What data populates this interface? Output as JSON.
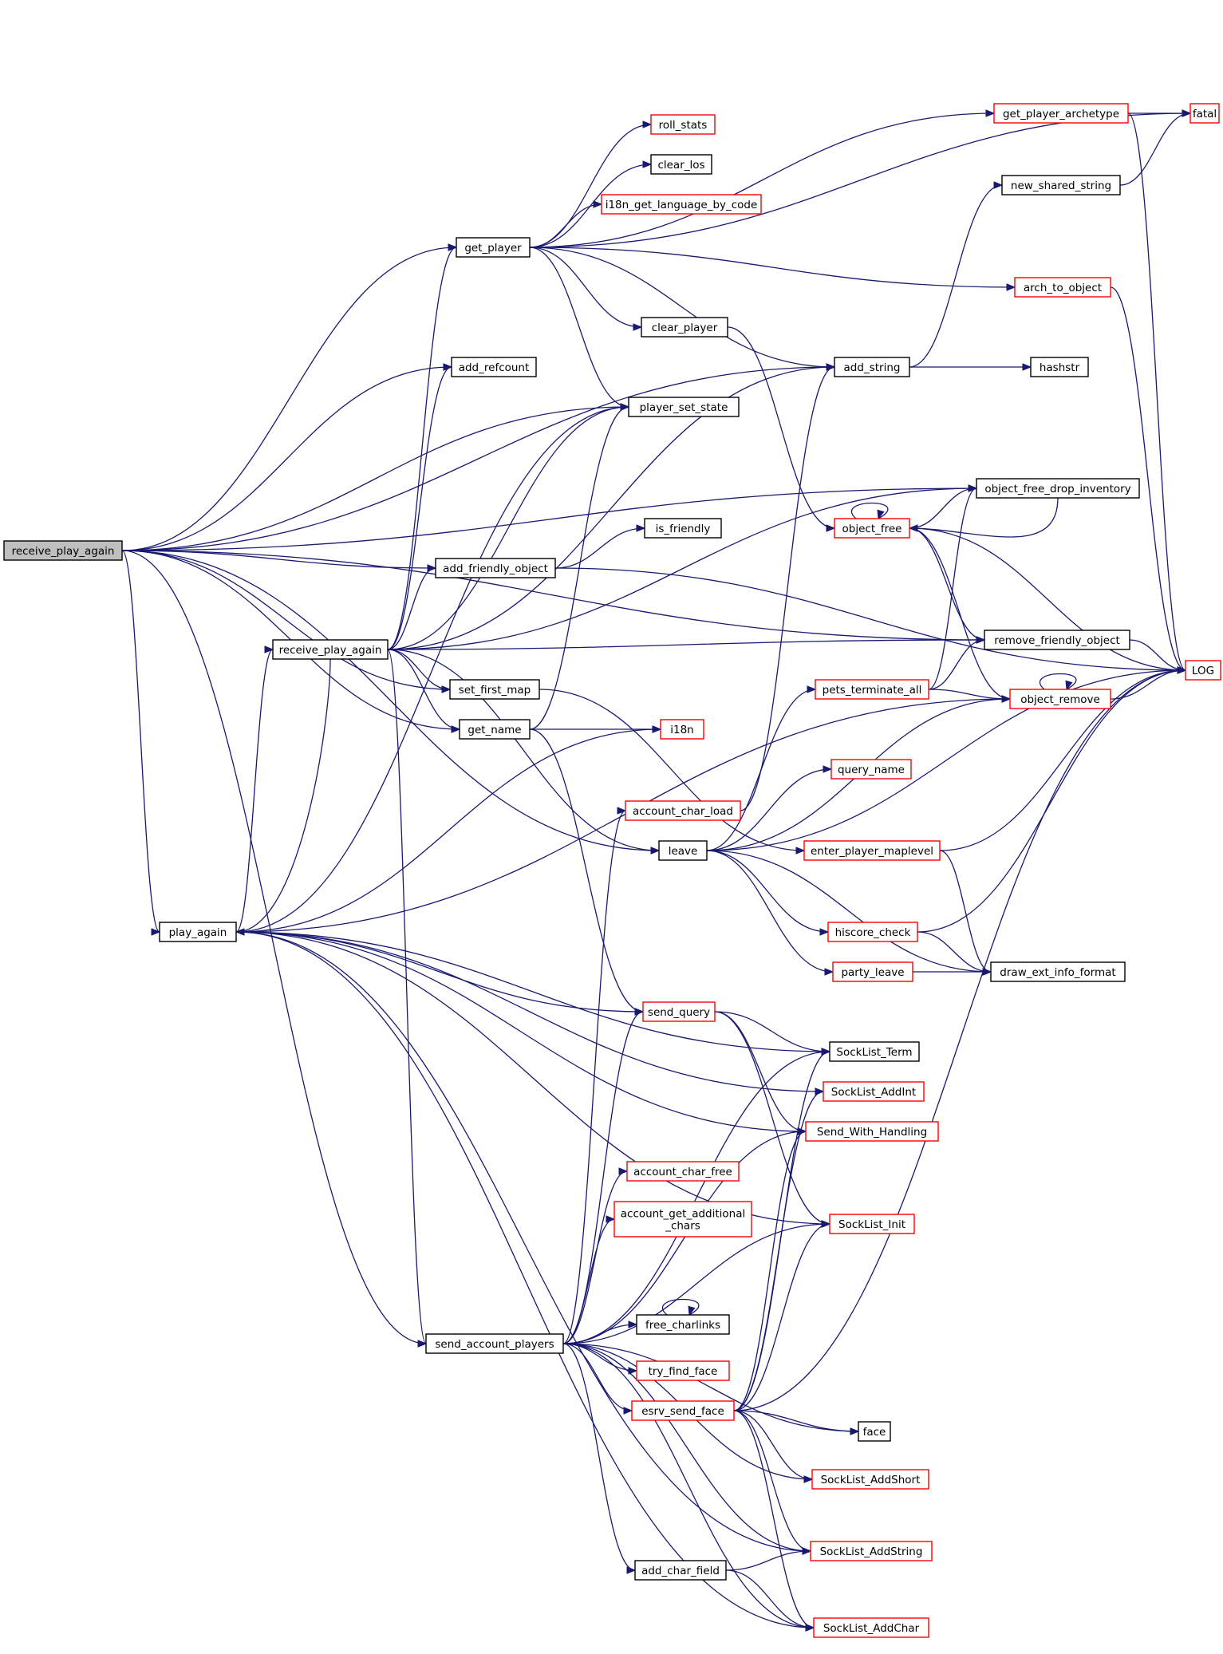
{
  "colors": {
    "edge": "#191970",
    "node_border_normal": "#000000",
    "node_border_external": "#ff0000",
    "root_fill": "#bfbfbf",
    "node_fill": "#ffffff"
  },
  "nodes": [
    {
      "id": "root",
      "label": "receive_play_again",
      "style": "root"
    },
    {
      "id": "get_player",
      "label": "get_player",
      "style": "normal"
    },
    {
      "id": "fatal",
      "label": "fatal",
      "style": "external"
    },
    {
      "id": "get_player_archetype",
      "label": "get_player_archetype",
      "style": "external"
    },
    {
      "id": "roll_stats",
      "label": "roll_stats",
      "style": "external"
    },
    {
      "id": "clear_los",
      "label": "clear_los",
      "style": "normal"
    },
    {
      "id": "i18n_get_language_by_code",
      "label": "i18n_get_language_by_code",
      "style": "external"
    },
    {
      "id": "new_shared_string",
      "label": "new_shared_string",
      "style": "normal"
    },
    {
      "id": "arch_to_object",
      "label": "arch_to_object",
      "style": "external"
    },
    {
      "id": "clear_player",
      "label": "clear_player",
      "style": "normal"
    },
    {
      "id": "add_refcount",
      "label": "add_refcount",
      "style": "normal"
    },
    {
      "id": "add_string",
      "label": "add_string",
      "style": "normal"
    },
    {
      "id": "hashstr",
      "label": "hashstr",
      "style": "normal"
    },
    {
      "id": "player_set_state",
      "label": "player_set_state",
      "style": "normal"
    },
    {
      "id": "object_free_drop_inventory",
      "label": "object_free_drop_inventory",
      "style": "normal"
    },
    {
      "id": "is_friendly",
      "label": "is_friendly",
      "style": "normal"
    },
    {
      "id": "object_free",
      "label": "object_free",
      "style": "external"
    },
    {
      "id": "add_friendly_object",
      "label": "add_friendly_object",
      "style": "normal"
    },
    {
      "id": "receive_play_again2",
      "label": "receive_play_again",
      "style": "normal"
    },
    {
      "id": "remove_friendly_object",
      "label": "remove_friendly_object",
      "style": "normal"
    },
    {
      "id": "LOG",
      "label": "LOG",
      "style": "external"
    },
    {
      "id": "set_first_map",
      "label": "set_first_map",
      "style": "normal"
    },
    {
      "id": "pets_terminate_all",
      "label": "pets_terminate_all",
      "style": "external"
    },
    {
      "id": "object_remove",
      "label": "object_remove",
      "style": "external"
    },
    {
      "id": "get_name",
      "label": "get_name",
      "style": "normal"
    },
    {
      "id": "i18n",
      "label": "i18n",
      "style": "external"
    },
    {
      "id": "query_name",
      "label": "query_name",
      "style": "external"
    },
    {
      "id": "account_char_load",
      "label": "account_char_load",
      "style": "external"
    },
    {
      "id": "leave",
      "label": "leave",
      "style": "normal"
    },
    {
      "id": "enter_player_maplevel",
      "label": "enter_player_maplevel",
      "style": "external"
    },
    {
      "id": "hiscore_check",
      "label": "hiscore_check",
      "style": "external"
    },
    {
      "id": "play_again",
      "label": "play_again",
      "style": "normal"
    },
    {
      "id": "party_leave",
      "label": "party_leave",
      "style": "external"
    },
    {
      "id": "draw_ext_info_format",
      "label": "draw_ext_info_format",
      "style": "normal"
    },
    {
      "id": "send_query",
      "label": "send_query",
      "style": "external"
    },
    {
      "id": "SockList_Term",
      "label": "SockList_Term",
      "style": "normal"
    },
    {
      "id": "SockList_AddInt",
      "label": "SockList_AddInt",
      "style": "external"
    },
    {
      "id": "Send_With_Handling",
      "label": "Send_With_Handling",
      "style": "external"
    },
    {
      "id": "account_char_free",
      "label": "account_char_free",
      "style": "external"
    },
    {
      "id": "account_get_additional_chars",
      "label": "account_get_additional\n_chars",
      "style": "external"
    },
    {
      "id": "SockList_Init",
      "label": "SockList_Init",
      "style": "external"
    },
    {
      "id": "free_charlinks",
      "label": "free_charlinks",
      "style": "normal"
    },
    {
      "id": "send_account_players",
      "label": "send_account_players",
      "style": "normal"
    },
    {
      "id": "try_find_face",
      "label": "try_find_face",
      "style": "external"
    },
    {
      "id": "esrv_send_face",
      "label": "esrv_send_face",
      "style": "external"
    },
    {
      "id": "face",
      "label": "face",
      "style": "normal"
    },
    {
      "id": "SockList_AddShort",
      "label": "SockList_AddShort",
      "style": "external"
    },
    {
      "id": "SockList_AddString",
      "label": "SockList_AddString",
      "style": "external"
    },
    {
      "id": "add_char_field",
      "label": "add_char_field",
      "style": "normal"
    },
    {
      "id": "SockList_AddChar",
      "label": "SockList_AddChar",
      "style": "external"
    }
  ],
  "edges": [
    [
      "root",
      "get_player"
    ],
    [
      "root",
      "object_free_drop_inventory"
    ],
    [
      "root",
      "add_string"
    ],
    [
      "root",
      "player_set_state"
    ],
    [
      "root",
      "add_refcount"
    ],
    [
      "root",
      "add_friendly_object"
    ],
    [
      "root",
      "remove_friendly_object"
    ],
    [
      "root",
      "set_first_map"
    ],
    [
      "root",
      "get_name"
    ],
    [
      "root",
      "leave"
    ],
    [
      "root",
      "play_again"
    ],
    [
      "root",
      "send_account_players"
    ],
    [
      "get_player",
      "get_player_archetype"
    ],
    [
      "get_player",
      "fatal"
    ],
    [
      "get_player",
      "roll_stats"
    ],
    [
      "get_player",
      "clear_los"
    ],
    [
      "get_player",
      "i18n_get_language_by_code"
    ],
    [
      "get_player",
      "arch_to_object"
    ],
    [
      "get_player",
      "add_string"
    ],
    [
      "get_player",
      "clear_player"
    ],
    [
      "get_player",
      "player_set_state"
    ],
    [
      "get_player_archetype",
      "fatal"
    ],
    [
      "get_player_archetype",
      "LOG"
    ],
    [
      "new_shared_string",
      "fatal"
    ],
    [
      "arch_to_object",
      "LOG"
    ],
    [
      "clear_player",
      "object_free"
    ],
    [
      "add_string",
      "new_shared_string"
    ],
    [
      "add_string",
      "hashstr"
    ],
    [
      "object_free",
      "object_free"
    ],
    [
      "object_free",
      "object_free_drop_inventory"
    ],
    [
      "object_free",
      "remove_friendly_object"
    ],
    [
      "object_free",
      "object_remove"
    ],
    [
      "object_free",
      "LOG"
    ],
    [
      "object_free_drop_inventory",
      "object_free"
    ],
    [
      "add_friendly_object",
      "is_friendly"
    ],
    [
      "add_friendly_object",
      "LOG"
    ],
    [
      "receive_play_again2",
      "get_player"
    ],
    [
      "receive_play_again2",
      "add_refcount"
    ],
    [
      "receive_play_again2",
      "player_set_state"
    ],
    [
      "receive_play_again2",
      "add_string"
    ],
    [
      "receive_play_again2",
      "object_free_drop_inventory"
    ],
    [
      "receive_play_again2",
      "add_friendly_object"
    ],
    [
      "receive_play_again2",
      "remove_friendly_object"
    ],
    [
      "receive_play_again2",
      "set_first_map"
    ],
    [
      "receive_play_again2",
      "get_name"
    ],
    [
      "receive_play_again2",
      "leave"
    ],
    [
      "receive_play_again2",
      "play_again"
    ],
    [
      "receive_play_again2",
      "send_account_players"
    ],
    [
      "remove_friendly_object",
      "LOG"
    ],
    [
      "set_first_map",
      "enter_player_maplevel"
    ],
    [
      "pets_terminate_all",
      "object_free_drop_inventory"
    ],
    [
      "pets_terminate_all",
      "remove_friendly_object"
    ],
    [
      "pets_terminate_all",
      "object_remove"
    ],
    [
      "object_remove",
      "object_remove"
    ],
    [
      "object_remove",
      "LOG"
    ],
    [
      "get_name",
      "player_set_state"
    ],
    [
      "get_name",
      "i18n"
    ],
    [
      "get_name",
      "send_query"
    ],
    [
      "account_char_load",
      "add_string"
    ],
    [
      "leave",
      "pets_terminate_all"
    ],
    [
      "leave",
      "query_name"
    ],
    [
      "leave",
      "object_remove"
    ],
    [
      "leave",
      "LOG"
    ],
    [
      "leave",
      "hiscore_check"
    ],
    [
      "leave",
      "party_leave"
    ],
    [
      "leave",
      "draw_ext_info_format"
    ],
    [
      "enter_player_maplevel",
      "LOG"
    ],
    [
      "enter_player_maplevel",
      "draw_ext_info_format"
    ],
    [
      "hiscore_check",
      "LOG"
    ],
    [
      "hiscore_check",
      "draw_ext_info_format"
    ],
    [
      "party_leave",
      "draw_ext_info_format"
    ],
    [
      "play_again",
      "receive_play_again2"
    ],
    [
      "play_again",
      "player_set_state"
    ],
    [
      "play_again",
      "i18n"
    ],
    [
      "play_again",
      "object_remove"
    ],
    [
      "play_again",
      "SockList_Term"
    ],
    [
      "play_again",
      "SockList_AddInt"
    ],
    [
      "play_again",
      "send_query"
    ],
    [
      "play_again",
      "Send_With_Handling"
    ],
    [
      "play_again",
      "SockList_Init"
    ],
    [
      "play_again",
      "SockList_AddString"
    ],
    [
      "play_again",
      "SockList_AddChar"
    ],
    [
      "send_query",
      "SockList_Term"
    ],
    [
      "send_query",
      "Send_With_Handling"
    ],
    [
      "send_query",
      "SockList_Init"
    ],
    [
      "send_account_players",
      "account_char_load"
    ],
    [
      "send_account_players",
      "send_query"
    ],
    [
      "send_account_players",
      "SockList_Term"
    ],
    [
      "send_account_players",
      "Send_With_Handling"
    ],
    [
      "send_account_players",
      "account_char_free"
    ],
    [
      "send_account_players",
      "account_get_additional_chars"
    ],
    [
      "send_account_players",
      "SockList_Init"
    ],
    [
      "send_account_players",
      "free_charlinks"
    ],
    [
      "send_account_players",
      "try_find_face"
    ],
    [
      "send_account_players",
      "esrv_send_face"
    ],
    [
      "send_account_players",
      "face"
    ],
    [
      "send_account_players",
      "SockList_AddShort"
    ],
    [
      "send_account_players",
      "SockList_AddString"
    ],
    [
      "send_account_players",
      "add_char_field"
    ],
    [
      "send_account_players",
      "SockList_AddChar"
    ],
    [
      "free_charlinks",
      "free_charlinks"
    ],
    [
      "esrv_send_face",
      "SockList_Term"
    ],
    [
      "esrv_send_face",
      "SockList_AddInt"
    ],
    [
      "esrv_send_face",
      "Send_With_Handling"
    ],
    [
      "esrv_send_face",
      "SockList_Init"
    ],
    [
      "esrv_send_face",
      "LOG"
    ],
    [
      "esrv_send_face",
      "face"
    ],
    [
      "esrv_send_face",
      "SockList_AddShort"
    ],
    [
      "esrv_send_face",
      "SockList_AddString"
    ],
    [
      "esrv_send_face",
      "SockList_AddChar"
    ],
    [
      "add_char_field",
      "SockList_AddString"
    ],
    [
      "add_char_field",
      "SockList_AddChar"
    ]
  ]
}
